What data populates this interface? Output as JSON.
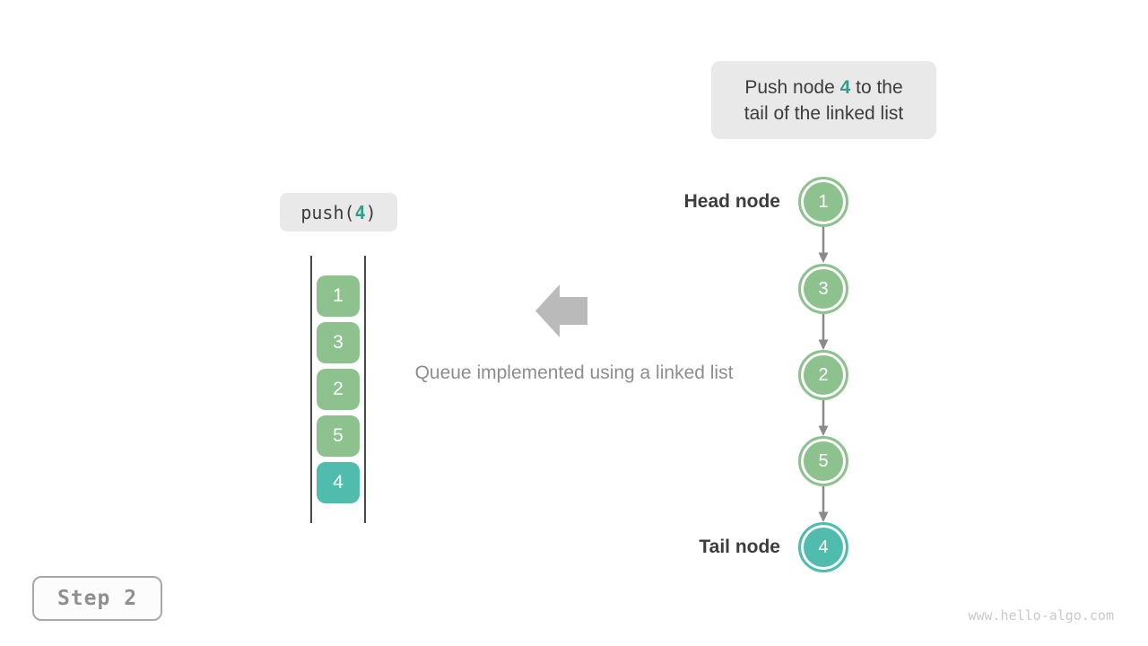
{
  "colors": {
    "accent_teal": "#2f9e8e",
    "node_green": "#8dc28f",
    "node_teal": "#4fbcae",
    "box_gray": "#e9e9e9",
    "text_dark": "#3c3c3c",
    "text_gray": "#8d8d8d",
    "arrow_gray": "#8a8a8a",
    "block_arrow_gray": "#bababa",
    "line_dark": "#4a4a4a",
    "step_border": "#a8a8a8",
    "step_text": "#8f8f8f",
    "watermark_gray": "#c9c9c9"
  },
  "annotation": {
    "line1": [
      "Push node ",
      "4",
      " to the"
    ],
    "line2": "tail of the linked list"
  },
  "operation": {
    "fn_prefix": "push(",
    "arg": "4",
    "fn_suffix": ")"
  },
  "queue_array": {
    "items": [
      {
        "value": "1",
        "highlight": false
      },
      {
        "value": "3",
        "highlight": false
      },
      {
        "value": "2",
        "highlight": false
      },
      {
        "value": "5",
        "highlight": false
      },
      {
        "value": "4",
        "highlight": true
      }
    ]
  },
  "caption": "Queue implemented using a linked list",
  "linked_list": {
    "head_label": "Head node",
    "tail_label": "Tail node",
    "nodes": [
      {
        "value": "1",
        "highlight": false
      },
      {
        "value": "3",
        "highlight": false
      },
      {
        "value": "2",
        "highlight": false
      },
      {
        "value": "5",
        "highlight": false
      },
      {
        "value": "4",
        "highlight": true
      }
    ]
  },
  "step": {
    "label": "Step 2"
  },
  "page": {
    "watermark": "www.hello-algo.com"
  }
}
